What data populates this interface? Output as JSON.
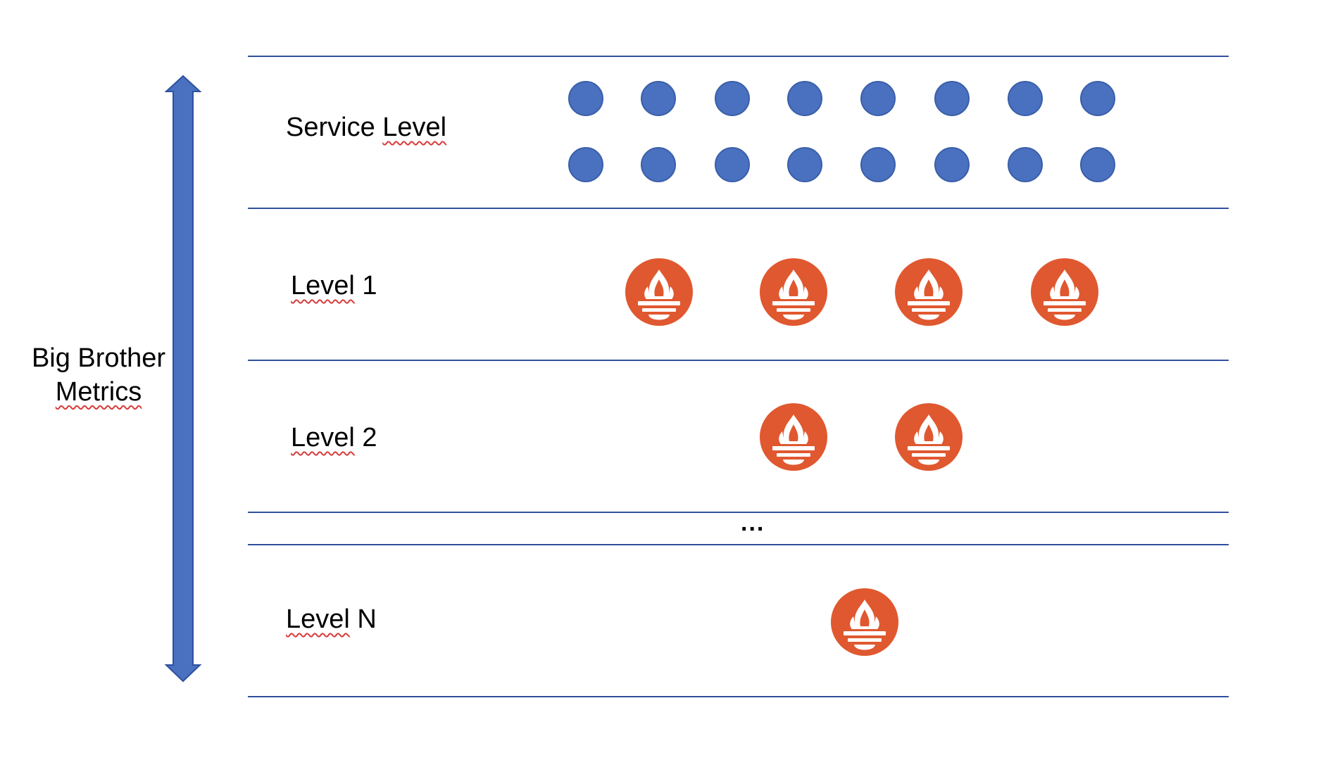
{
  "axis_label": {
    "line1": "Big Brother",
    "line2": "Metrics"
  },
  "levels": {
    "service": {
      "word1": "Service",
      "word2": "Level",
      "node_count": 16
    },
    "level1": {
      "word": "Level",
      "num": "1",
      "node_count": 4
    },
    "level2": {
      "word": "Level",
      "num": "2",
      "node_count": 2
    },
    "levelN": {
      "word": "Level",
      "num": "N",
      "node_count": 1
    }
  },
  "ellipsis": "...",
  "icons": {
    "service_node": "blue-circle-icon",
    "level_node": "prometheus-torch-icon"
  },
  "colors": {
    "line": "#2f4f9e",
    "arrow": "#4a70c0",
    "service_node": "#4a70c0",
    "service_node_stroke": "#3a5fa8",
    "prometheus": "#e0582f",
    "squiggle": "#d93b3b"
  }
}
